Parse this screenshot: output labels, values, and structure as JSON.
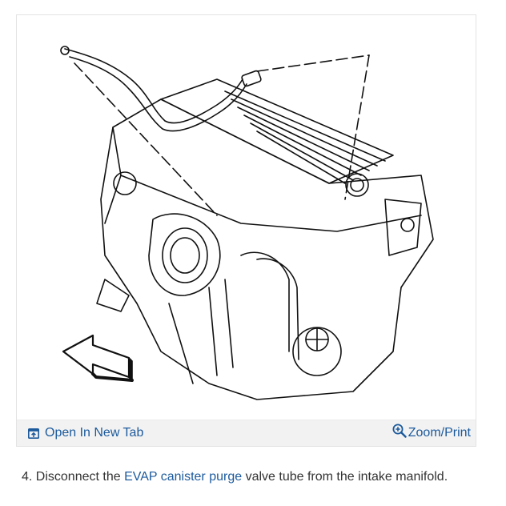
{
  "figure": {
    "open_tab_label": "Open In New Tab",
    "zoom_label": "Zoom/Print",
    "icons": {
      "open_tab": "external-window-icon",
      "zoom": "zoom-in-icon"
    },
    "accent_color": "#1c5a9c"
  },
  "caption": {
    "prefix": "4. Disconnect the ",
    "link_text": "EVAP canister purge",
    "suffix": " valve tube from the intake manifold."
  }
}
